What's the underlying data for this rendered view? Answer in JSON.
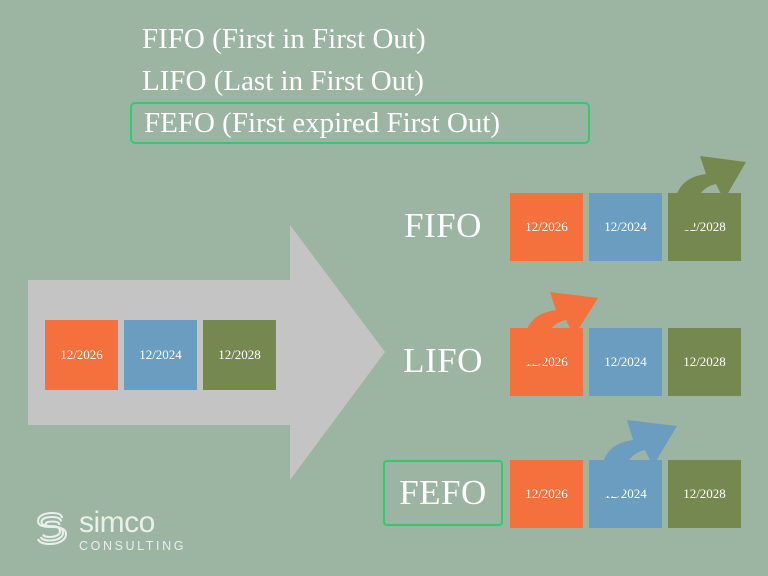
{
  "slide": {
    "background_color": "#9cb4a2",
    "accent_green": "#2fcc6e",
    "grey_arrow_color": "#c4c4c4"
  },
  "header": {
    "lines": [
      {
        "text": "FIFO (First in First Out)",
        "highlighted": false
      },
      {
        "text": "LIFO (Last in First Out)",
        "highlighted": false
      },
      {
        "text": "FEFO (First expired First Out)",
        "highlighted": true
      }
    ]
  },
  "source": {
    "boxes": [
      {
        "label": "12/2026",
        "color": "#f4703c"
      },
      {
        "label": "12/2024",
        "color": "#6b9dc0"
      },
      {
        "label": "12/2028",
        "color": "#75884f"
      }
    ]
  },
  "methods": [
    {
      "label": "FIFO",
      "highlighted": false,
      "picked_index": 2,
      "arrow_color": "#75884f",
      "boxes": [
        {
          "label": "12/2026",
          "color": "#f4703c"
        },
        {
          "label": "12/2024",
          "color": "#6b9dc0"
        },
        {
          "label": "12/2028",
          "color": "#75884f"
        }
      ]
    },
    {
      "label": "LIFO",
      "highlighted": false,
      "picked_index": 0,
      "arrow_color": "#f4703c",
      "boxes": [
        {
          "label": "12/2026",
          "color": "#f4703c"
        },
        {
          "label": "12/2024",
          "color": "#6b9dc0"
        },
        {
          "label": "12/2028",
          "color": "#75884f"
        }
      ]
    },
    {
      "label": "FEFO",
      "highlighted": true,
      "picked_index": 1,
      "arrow_color": "#6b9dc0",
      "boxes": [
        {
          "label": "12/2026",
          "color": "#f4703c"
        },
        {
          "label": "12/2024",
          "color": "#6b9dc0"
        },
        {
          "label": "12/2028",
          "color": "#75884f"
        }
      ]
    }
  ],
  "logo": {
    "name": "simco",
    "tagline": "CONSULTING",
    "color": "#e9efe9"
  }
}
